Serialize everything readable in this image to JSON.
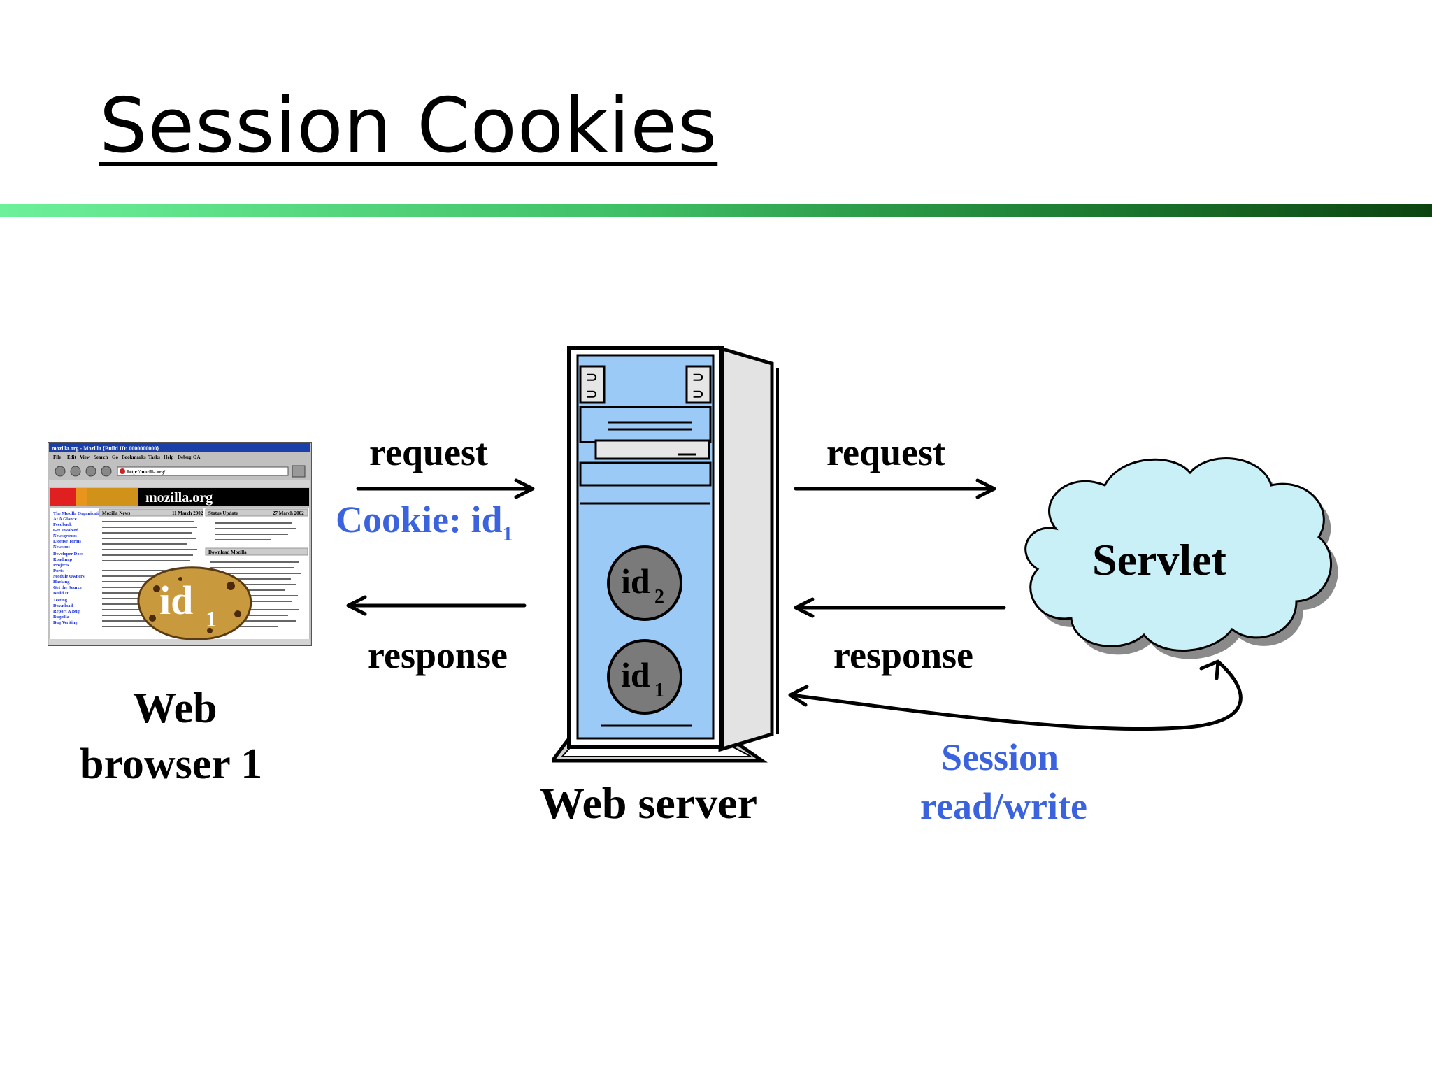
{
  "slide": {
    "title": "Session Cookies",
    "accent_bar_colors": [
      "#6df09a",
      "#3ebe64",
      "#1c7d32",
      "#0c4410"
    ]
  },
  "browser": {
    "label_line1": "Web",
    "label_line2": "browser 1",
    "window_title": "mozilla.org - Mozilla {Build ID: 0000000000}",
    "menu_items": [
      "File",
      "Edit",
      "View",
      "Search",
      "Go",
      "Bookmarks",
      "Tasks",
      "Help",
      "Debug",
      "QA"
    ],
    "address": "http://mozilla.org/",
    "logo_text": "mozilla.org",
    "news_header": "Mozilla News",
    "news_date": "11 March 2002",
    "status_header": "Status Update",
    "status_date": "27 March 2002",
    "download_header": "Download Mozilla",
    "sidebar_links": [
      "The Mozilla Organization",
      "At A Glance",
      "Feedback",
      "Get Involved",
      "Newsgroups",
      "License Terms",
      "Newsbot",
      "Developer Docs",
      "Roadmap",
      "Projects",
      "Ports",
      "Module Owners",
      "Hacking",
      "Get the Source",
      "Build It",
      "Testing",
      "Download",
      "Report A Bug",
      "Bugzilla",
      "Bug Writing"
    ],
    "cookie_text": "id",
    "cookie_sub": "1",
    "cookie_icon": "cookie-icon"
  },
  "left_arrows": {
    "request": "request",
    "cookie_label": "Cookie: id",
    "cookie_sub": "1",
    "response": "response"
  },
  "server": {
    "label": "Web server",
    "session_ids": [
      {
        "text": "id",
        "sub": "2"
      },
      {
        "text": "id",
        "sub": "1"
      }
    ],
    "server_icon": "server-tower-icon"
  },
  "right_arrows": {
    "request": "request",
    "response": "response"
  },
  "servlet": {
    "label": "Servlet",
    "cloud_icon": "cloud-icon"
  },
  "session": {
    "label_line1": "Session",
    "label_line2": "read/write"
  },
  "colors": {
    "blue_text": "#3b63dd",
    "server_blue": "#9ccaf6",
    "cloud_fill": "#c8f0f6",
    "cookie_fill": "#c9993d"
  }
}
